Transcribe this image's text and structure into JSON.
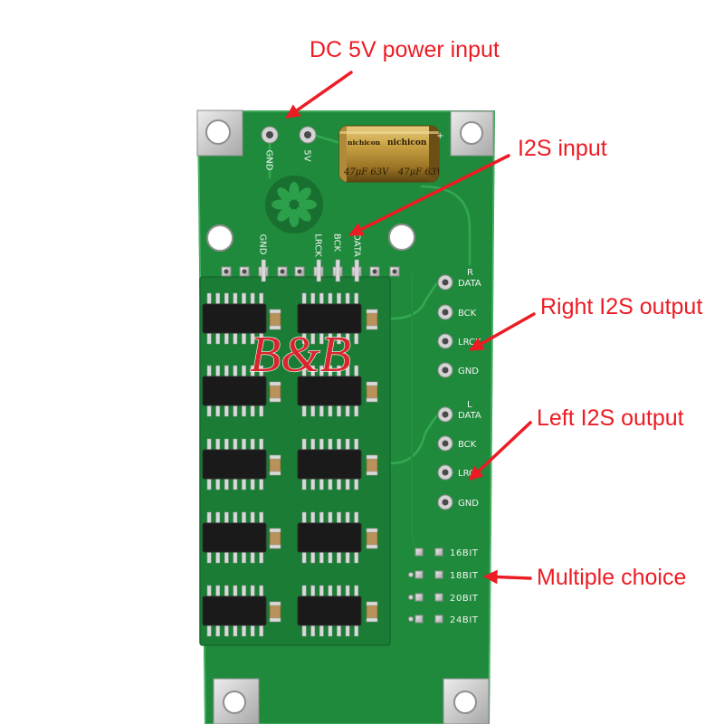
{
  "annotations": {
    "power": "DC 5V power input",
    "i2s_input": "I2S input",
    "right_output": "Right I2S output",
    "left_output": "Left I2S output",
    "multiple_choice": "Multiple choice"
  },
  "board": {
    "power_pads": {
      "gnd": "GND",
      "v5": "5V"
    },
    "capacitor": {
      "brand": "nichicon",
      "rating": "47μF 63V",
      "polarity": "+"
    },
    "input_header": {
      "gnd": "GND",
      "lrck": "LRCK",
      "bck": "BCK",
      "data": "DATA"
    },
    "right_channel": {
      "title": "R",
      "pins": [
        "DATA",
        "BCK",
        "LRCK",
        "GND"
      ]
    },
    "left_channel": {
      "title": "L",
      "pins": [
        "DATA",
        "BCK",
        "LRCK",
        "GND"
      ]
    },
    "bit_options": [
      "16BIT",
      "18BIT",
      "20BIT",
      "24BIT"
    ],
    "watermark": "B&B"
  },
  "colors": {
    "annotation": "#ec1c24",
    "board": "#1f8a3b",
    "silkscreen": "#f4f4f4",
    "watermark": "#d8262e"
  }
}
